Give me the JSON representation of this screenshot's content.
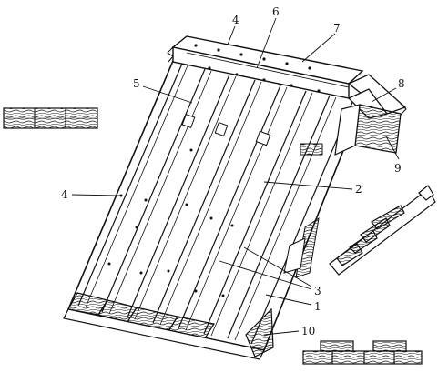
{
  "callouts": {
    "c1": "1",
    "c2": "2",
    "c3": "3",
    "c4_top": "4",
    "c4_left": "4",
    "c5": "5",
    "c6": "6",
    "c7": "7",
    "c8": "8",
    "c9": "9",
    "c10": "10"
  },
  "colors": {
    "ink": "#111111",
    "paper": "#ffffff"
  }
}
